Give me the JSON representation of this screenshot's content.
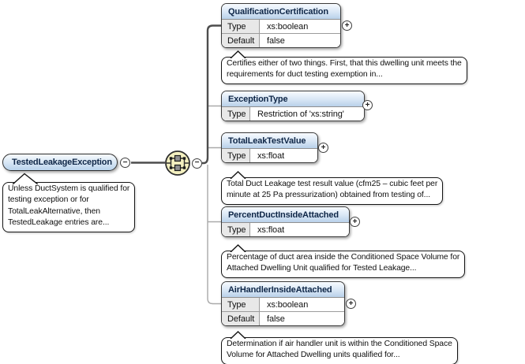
{
  "root": {
    "name": "TestedLeakageException",
    "annotation_lines": [
      "Unless DuctSystem is qualified for",
      "testing exception or for",
      "TotalLeakAlternative, then",
      "TestedLeakage entries are..."
    ]
  },
  "compositor": {
    "kind": "model-group"
  },
  "icons": {
    "collapse_glyph": "−",
    "expand_glyph": "+"
  },
  "colors": {
    "header_blue_top": "#f8fbff",
    "header_blue_bottom": "#b9d1ea",
    "compositor_yellow": "#f4f0c0",
    "box_border": "#3b3b3b",
    "wire_dark": "#4d4d4d",
    "wire_light": "#a9a9a9"
  },
  "children": [
    {
      "name": "QualificationCertification",
      "rows": [
        {
          "label": "Type",
          "value": "xs:boolean"
        },
        {
          "label": "Default",
          "value": "false"
        }
      ],
      "annotation_lines": [
        "Certifies either of two things. First, that this dwelling unit meets the",
        "requirements for duct testing exemption in..."
      ]
    },
    {
      "name": "ExceptionType",
      "rows": [
        {
          "label": "Type",
          "value": "Restriction of 'xs:string'"
        }
      ],
      "annotation_lines": []
    },
    {
      "name": "TotalLeakTestValue",
      "rows": [
        {
          "label": "Type",
          "value": "xs:float"
        }
      ],
      "annotation_lines": [
        "Total Duct Leakage test result value (cfm25 – cubic feet per",
        "minute at 25 Pa pressurization) obtained from testing of..."
      ]
    },
    {
      "name": "PercentDuctInsideAttached",
      "rows": [
        {
          "label": "Type",
          "value": "xs:float"
        }
      ],
      "annotation_lines": [
        "Percentage of duct area inside the Conditioned Space Volume for",
        "Attached Dwelling Unit qualified for Tested Leakage..."
      ]
    },
    {
      "name": "AirHandlerInsideAttached",
      "rows": [
        {
          "label": "Type",
          "value": "xs:boolean"
        },
        {
          "label": "Default",
          "value": "false"
        }
      ],
      "annotation_lines": [
        "Determination if air handler unit is within the Conditioned Space",
        "Volume for Attached Dwelling units qualified for..."
      ]
    }
  ]
}
